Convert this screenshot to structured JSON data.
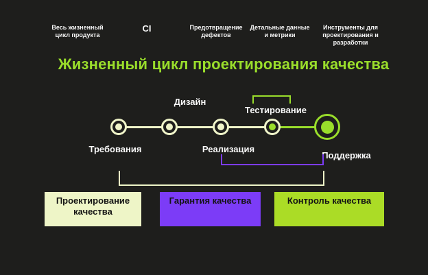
{
  "title": "Жизненный цикл проектирования качества",
  "top_labels": [
    {
      "text": "Весь жизненный\nцикл продукта"
    },
    {
      "text": "CI"
    },
    {
      "text": "Предотвращение\nдефектов"
    },
    {
      "text": "Детальные данные\nи метрики"
    },
    {
      "text": "Инструменты для\nпроектирования и\nразработки"
    }
  ],
  "timeline": {
    "stages": [
      {
        "label": "Требования",
        "label_position": "below",
        "dot": "cream"
      },
      {
        "label": "Дизайн",
        "label_position": "above",
        "dot": "cream"
      },
      {
        "label": "Реализация",
        "label_position": "below",
        "dot": "cream"
      },
      {
        "label": "Тестирование",
        "label_position": "above",
        "dot": "green",
        "bracket": "green-top"
      },
      {
        "label": "Поддержка",
        "label_position": "below",
        "dot": "green-large"
      }
    ]
  },
  "boxes": [
    {
      "label": "Проектирование\nкачества",
      "color": "#eef5c7"
    },
    {
      "label": "Гарантия качества",
      "color": "#7c3cf7"
    },
    {
      "label": "Контроль качества",
      "color": "#abdc26"
    }
  ],
  "colors": {
    "background": "#1e1e1c",
    "accent_green": "#9ade2b",
    "pale_cream": "#f0f5c9",
    "purple": "#7c3cf7",
    "lime": "#abdc26",
    "text_white": "#f5f5f5",
    "text_black": "#141414"
  }
}
